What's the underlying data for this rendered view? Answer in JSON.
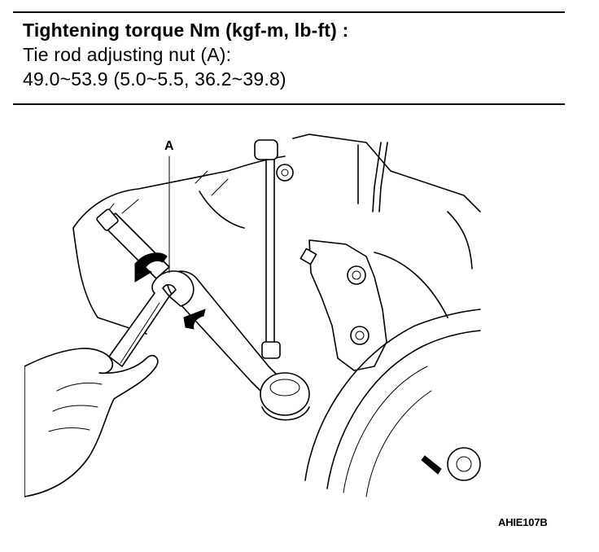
{
  "spec": {
    "heading": "Tightening torque Nm (kgf-m, lb-ft) :",
    "item": "Tie rod adjusting nut (A):",
    "value": "49.0~53.9 (5.0~5.5, 36.2~39.8)"
  },
  "figure": {
    "callout_label": "A",
    "code": "AHIE107B"
  }
}
